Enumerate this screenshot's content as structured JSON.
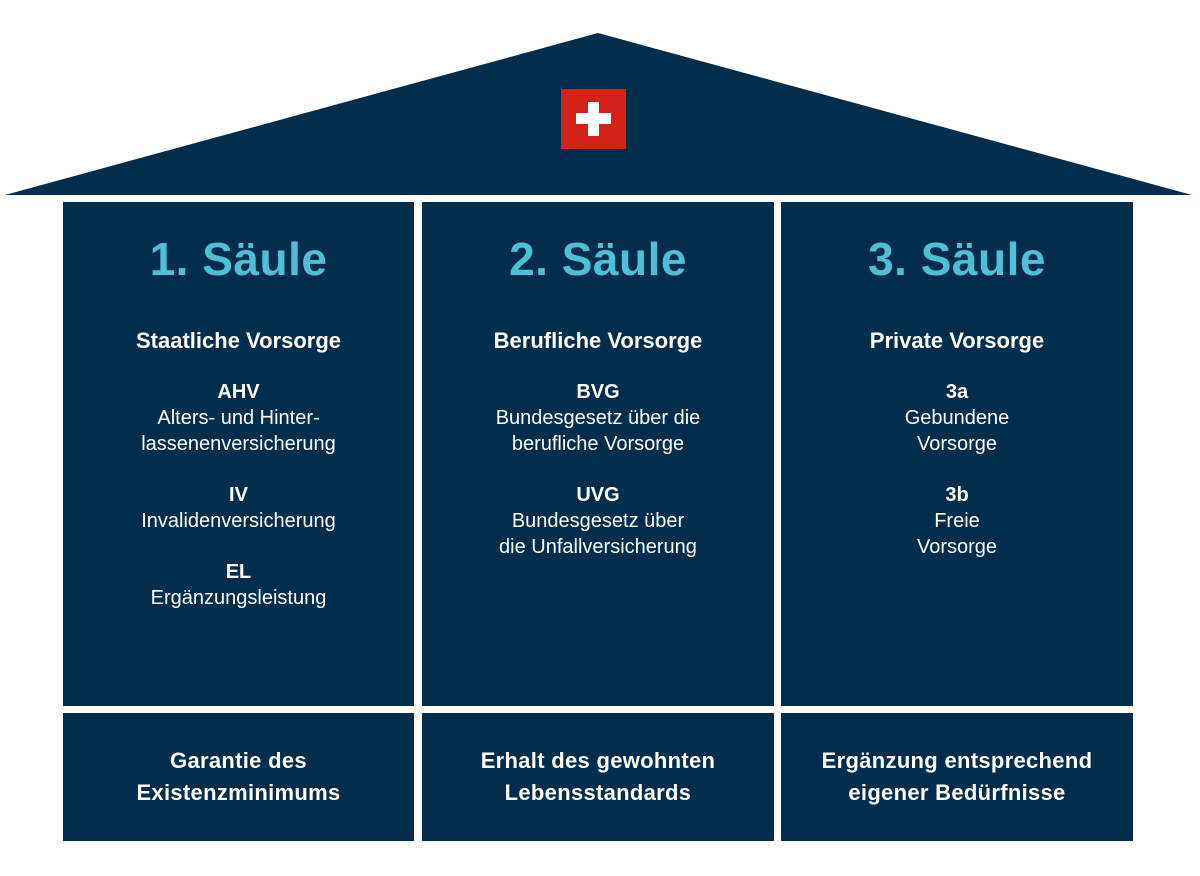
{
  "colors": {
    "navy": "#022d4d",
    "accent": "#4fbfd6",
    "flag": "#d52218"
  },
  "flag_icon": "swiss-flag",
  "pillars": [
    {
      "title": "1. Säule",
      "subtitle": "Staatliche Vorsorge",
      "items": [
        {
          "code": "AHV",
          "desc": "Alters- und Hinter-\nlassenenversicherung"
        },
        {
          "code": "IV",
          "desc": "Invalidenversicherung"
        },
        {
          "code": "EL",
          "desc": "Ergänzungsleistung"
        }
      ],
      "goal": "Garantie des\nExistenzminimums"
    },
    {
      "title": "2. Säule",
      "subtitle": "Berufliche Vorsorge",
      "items": [
        {
          "code": "BVG",
          "desc": "Bundesgesetz über die\nberufliche Vorsorge"
        },
        {
          "code": "UVG",
          "desc": "Bundesgesetz über\ndie Unfallversicherung"
        }
      ],
      "goal": "Erhalt des gewohnten\nLebensstandards"
    },
    {
      "title": "3. Säule",
      "subtitle": "Private Vorsorge",
      "items": [
        {
          "code": "3a",
          "desc": "Gebundene\nVorsorge"
        },
        {
          "code": "3b",
          "desc": "Freie\nVorsorge"
        }
      ],
      "goal": "Ergänzung entsprechend\neigener Bedürfnisse"
    }
  ]
}
